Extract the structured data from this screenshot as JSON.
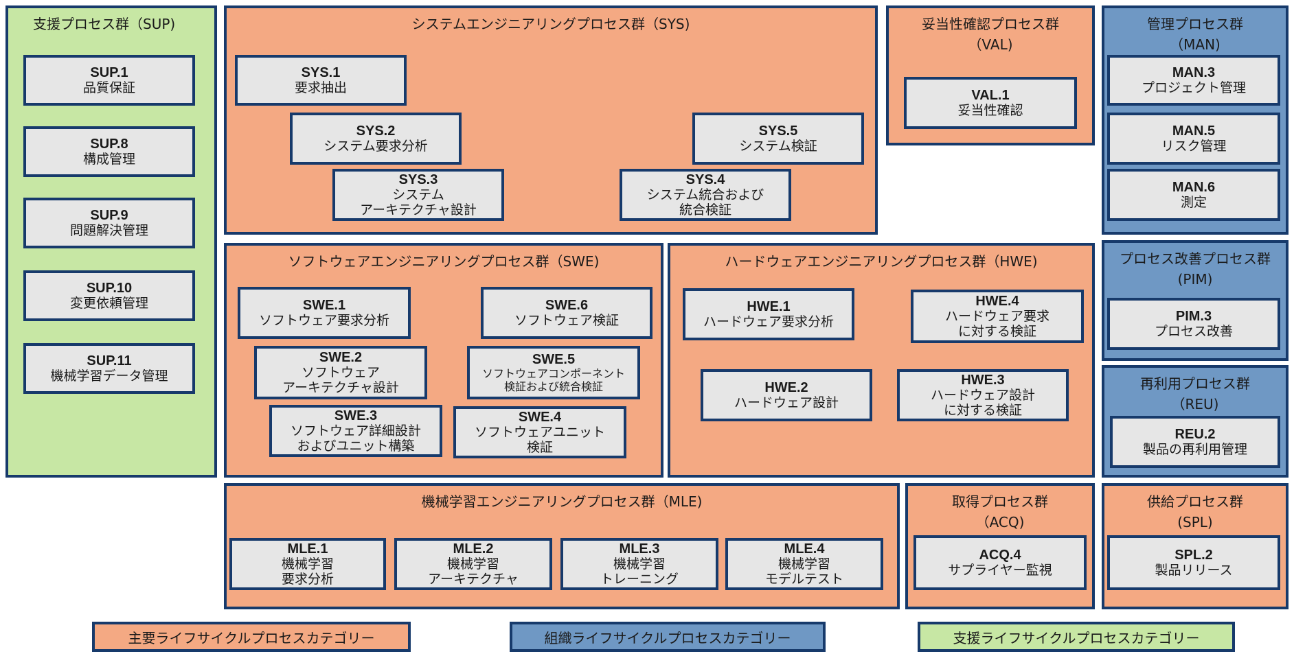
{
  "colors": {
    "primary": "#f4a983",
    "organizational": "#6f98c4",
    "support": "#c7e7a4",
    "process_box": "#e6e6e6",
    "border": "#173a6b"
  },
  "groups": {
    "sup": {
      "title": "支援プロセス群（SUP)"
    },
    "sys": {
      "title": "システムエンジニアリングプロセス群（SYS)"
    },
    "val": {
      "title": "妥当性確認プロセス群\n（VAL)"
    },
    "man": {
      "title": "管理プロセス群\n（MAN)"
    },
    "swe": {
      "title": "ソフトウェアエンジニアリングプロセス群（SWE)"
    },
    "hwe": {
      "title": "ハードウェアエンジニアリングプロセス群（HWE)"
    },
    "pim": {
      "title": "プロセス改善プロセス群\n(PIM)"
    },
    "reu": {
      "title": "再利用プロセス群\n（REU)"
    },
    "mle": {
      "title": "機械学習エンジニアリングプロセス群（MLE)"
    },
    "acq": {
      "title": "取得プロセス群\n（ACQ)"
    },
    "spl": {
      "title": "供給プロセス群\n(SPL)"
    }
  },
  "processes": {
    "sup1": {
      "code": "SUP.1",
      "name": "品質保証"
    },
    "sup8": {
      "code": "SUP.8",
      "name": "構成管理"
    },
    "sup9": {
      "code": "SUP.9",
      "name": "問題解決管理"
    },
    "sup10": {
      "code": "SUP.10",
      "name": "変更依頼管理"
    },
    "sup11": {
      "code": "SUP.11",
      "name": "機械学習データ管理"
    },
    "sys1": {
      "code": "SYS.1",
      "name": "要求抽出"
    },
    "sys2": {
      "code": "SYS.2",
      "name": "システム要求分析"
    },
    "sys3": {
      "code": "SYS.3",
      "name": "システム\nアーキテクチャ設計"
    },
    "sys4": {
      "code": "SYS.4",
      "name": "システム統合および\n統合検証"
    },
    "sys5": {
      "code": "SYS.5",
      "name": "システム検証"
    },
    "val1": {
      "code": "VAL.1",
      "name": "妥当性確認"
    },
    "man3": {
      "code": "MAN.3",
      "name": "プロジェクト管理"
    },
    "man5": {
      "code": "MAN.5",
      "name": "リスク管理"
    },
    "man6": {
      "code": "MAN.6",
      "name": "測定"
    },
    "swe1": {
      "code": "SWE.1",
      "name": "ソフトウェア要求分析"
    },
    "swe2": {
      "code": "SWE.2",
      "name": "ソフトウェア\nアーキテクチャ設計"
    },
    "swe3": {
      "code": "SWE.3",
      "name": "ソフトウェア詳細設計\nおよびユニット構築"
    },
    "swe4": {
      "code": "SWE.4",
      "name": "ソフトウェアユニット\n検証"
    },
    "swe5": {
      "code": "SWE.5",
      "name": "ソフトウェアコンポーネント\n検証および統合検証"
    },
    "swe6": {
      "code": "SWE.6",
      "name": "ソフトウェア検証"
    },
    "hwe1": {
      "code": "HWE.1",
      "name": "ハードウェア要求分析"
    },
    "hwe2": {
      "code": "HWE.2",
      "name": "ハードウェア設計"
    },
    "hwe3": {
      "code": "HWE.3",
      "name": "ハードウェア設計\nに対する検証"
    },
    "hwe4": {
      "code": "HWE.4",
      "name": "ハードウェア要求\nに対する検証"
    },
    "pim3": {
      "code": "PIM.3",
      "name": "プロセス改善"
    },
    "reu2": {
      "code": "REU.2",
      "name": "製品の再利用管理"
    },
    "mle1": {
      "code": "MLE.1",
      "name": "機械学習\n要求分析"
    },
    "mle2": {
      "code": "MLE.2",
      "name": "機械学習\nアーキテクチャ"
    },
    "mle3": {
      "code": "MLE.3",
      "name": "機械学習\nトレーニング"
    },
    "mle4": {
      "code": "MLE.4",
      "name": "機械学習\nモデルテスト"
    },
    "acq4": {
      "code": "ACQ.4",
      "name": "サプライヤー監視"
    },
    "spl2": {
      "code": "SPL.2",
      "name": "製品リリース"
    }
  },
  "legend": {
    "primary": "主要ライフサイクルプロセスカテゴリー",
    "organizational": "組織ライフサイクルプロセスカテゴリー",
    "support": "支援ライフサイクルプロセスカテゴリー"
  }
}
